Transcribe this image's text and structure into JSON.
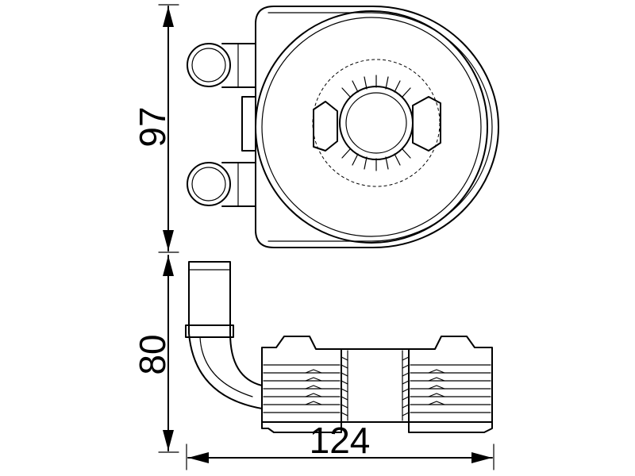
{
  "dimensions": {
    "height_top": "97",
    "height_bottom": "80",
    "width": "124"
  }
}
